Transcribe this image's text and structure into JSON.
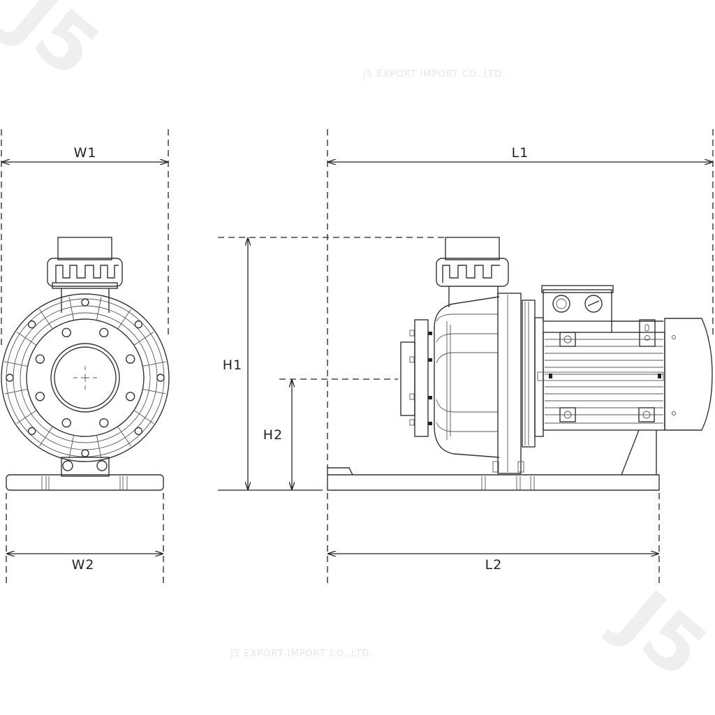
{
  "watermark": {
    "text": "J5 EXPORT IMPORT CO.,LTD.",
    "logo": "J5"
  },
  "dimensions": {
    "w1": "W1",
    "w2": "W2",
    "l1": "L1",
    "l2": "L2",
    "h1": "H1",
    "h2": "H2"
  }
}
